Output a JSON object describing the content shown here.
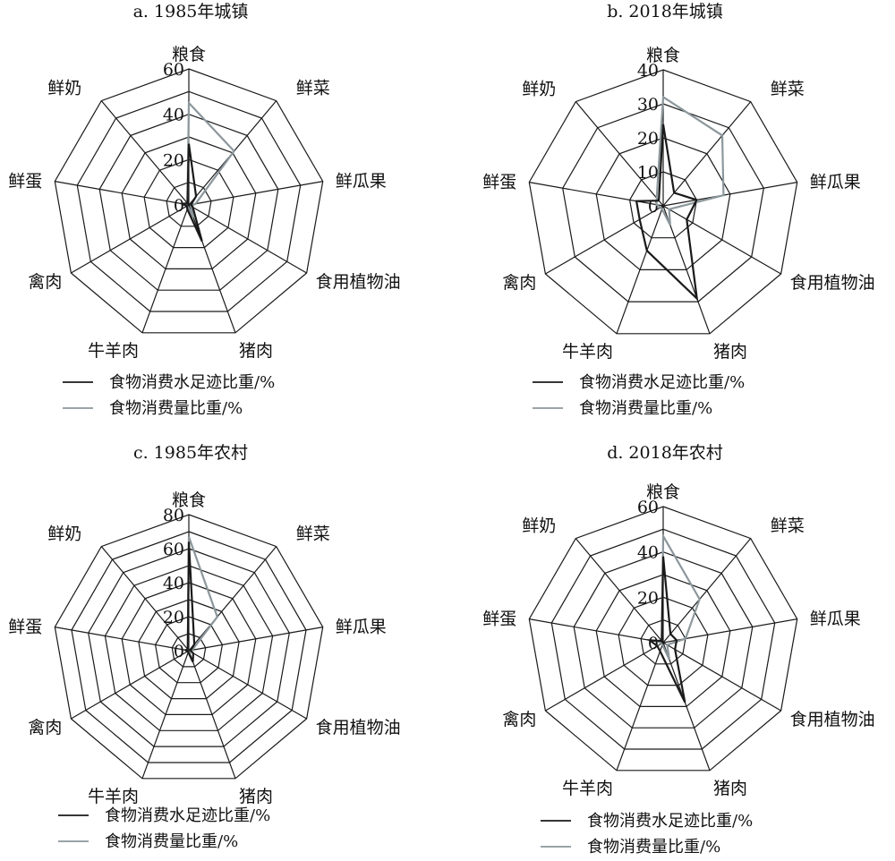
{
  "colors": {
    "water_footprint": "#1a1a1a",
    "consumption": "#8c979c",
    "grid": "#1a1a1a"
  },
  "chart_data": [
    {
      "type": "radar",
      "title": "a. 1985年城镇",
      "categories": [
        "粮食",
        "鲜菜",
        "鲜瓜果",
        "食用植物油",
        "猪肉",
        "牛羊肉",
        "禽肉",
        "鲜蛋",
        "鲜奶"
      ],
      "rlim": [
        0,
        60
      ],
      "ticks": [
        "0",
        "20",
        "40",
        "60"
      ],
      "grid_rings": 6,
      "series": [
        {
          "name": "食物消费水足迹比重/%",
          "values": [
            27,
            5,
            1,
            2,
            17,
            2,
            1,
            3,
            1
          ]
        },
        {
          "name": "食物消费量比重/%",
          "values": [
            45,
            31,
            3,
            1,
            6,
            1,
            1,
            2,
            1
          ]
        }
      ],
      "legend": "bottom"
    },
    {
      "type": "radar",
      "title": "b. 2018年城镇",
      "categories": [
        "粮食",
        "鲜菜",
        "鲜瓜果",
        "食用植物油",
        "猪肉",
        "牛羊肉",
        "禽肉",
        "鲜蛋",
        "鲜奶"
      ],
      "rlim": [
        0,
        40
      ],
      "ticks": [
        "0",
        "10",
        "20",
        "30",
        "40"
      ],
      "grid_rings": 4,
      "series": [
        {
          "name": "食物消费水足迹比重/%",
          "values": [
            24,
            5,
            10,
            8,
            29,
            14,
            8,
            8,
            2
          ]
        },
        {
          "name": "食物消费量比重/%",
          "values": [
            32,
            27,
            18,
            2,
            6,
            1,
            1,
            2,
            3
          ]
        }
      ],
      "legend": "bottom"
    },
    {
      "type": "radar",
      "title": "c. 1985年农村",
      "categories": [
        "粮食",
        "鲜菜",
        "鲜瓜果",
        "食用植物油",
        "猪肉",
        "牛羊肉",
        "禽肉",
        "鲜蛋",
        "鲜奶"
      ],
      "rlim": [
        0,
        80
      ],
      "ticks": [
        "0",
        "20",
        "40",
        "60",
        "80"
      ],
      "grid_rings": 8,
      "series": [
        {
          "name": "食物消费水足迹比重/%",
          "values": [
            64,
            5,
            1,
            3,
            7,
            1,
            1,
            2,
            1
          ]
        },
        {
          "name": "食物消费量比重/%",
          "values": [
            67,
            26,
            2,
            1,
            2,
            1,
            1,
            1,
            1
          ]
        }
      ],
      "legend": "bottom"
    },
    {
      "type": "radar",
      "title": "d. 2018年农村",
      "categories": [
        "粮食",
        "鲜菜",
        "鲜瓜果",
        "食用植物油",
        "猪肉",
        "牛羊肉",
        "禽肉",
        "鲜蛋",
        "鲜奶"
      ],
      "rlim": [
        0,
        60
      ],
      "ticks": [
        "0",
        "20",
        "40",
        "60"
      ],
      "grid_rings": 6,
      "series": [
        {
          "name": "食物消费水足迹比重/%",
          "values": [
            38,
            5,
            6,
            6,
            28,
            4,
            3,
            6,
            1
          ]
        },
        {
          "name": "食物消费量比重/%",
          "values": [
            47,
            25,
            10,
            2,
            8,
            1,
            1,
            2,
            1
          ]
        }
      ],
      "legend": "bottom"
    }
  ]
}
